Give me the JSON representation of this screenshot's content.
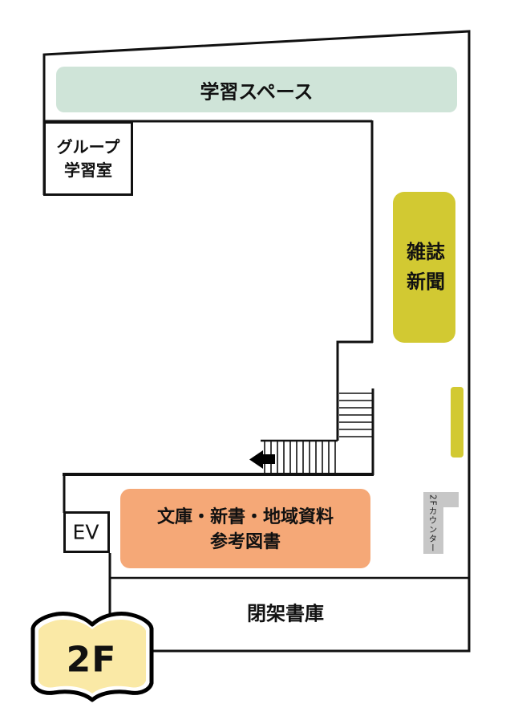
{
  "floor_map": {
    "floor_label": "2F",
    "areas": {
      "study_space": {
        "label": "学習スペース",
        "color": "#cfe4d8"
      },
      "group_study_room": {
        "label_line1": "グループ",
        "label_line2": "学習室"
      },
      "magazines_newspapers": {
        "label_line1": "雑誌",
        "label_line2": "新聞",
        "color": "#d2c932"
      },
      "paperbacks_reference": {
        "label_line1": "文庫・新書・地域資料",
        "label_line2": "参考図書",
        "color": "#f5a877"
      },
      "closed_stacks": {
        "label": "閉架書庫"
      },
      "elevator": {
        "label": "EV"
      },
      "counter_2f": {
        "label": "2Fカウンター",
        "color": "#c7c7c7"
      }
    },
    "icons": {
      "stairs_direction_arrow": "left-arrow",
      "floor_badge": "open-book"
    },
    "outline_color": "#111111",
    "background": "#ffffff"
  }
}
